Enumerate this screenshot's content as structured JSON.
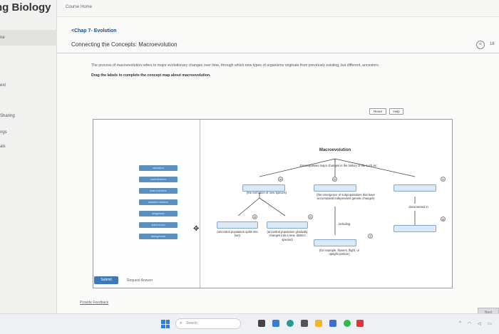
{
  "brand": "ng Biology",
  "topbar": {
    "course_home": "Course Home"
  },
  "sidebar": {
    "items": [
      {
        "label": "ne",
        "active": true
      },
      {
        "label": "ext"
      },
      {
        "label": "Sharing"
      },
      {
        "label": "ngs"
      },
      {
        "label": "als"
      }
    ]
  },
  "header": {
    "breadcrumb": "<Chap 7- Evolution",
    "title": "Connecting the Concepts: Macroevolution",
    "page_number": "16"
  },
  "instructions": {
    "line1": "The process of macroevolution refers to major evolutionary changes over time, through which new types of organisms originate from previously existing, but different, ancestors.",
    "line2": "Drag the labels to complete the concept map about macroevolution."
  },
  "buttons": {
    "reset": "Reset",
    "help": "Help",
    "submit": "Submit",
    "request_answer": "Request Answer",
    "next": "Next"
  },
  "labels_panel": {
    "tiles": [
      "speciation",
      "novel features",
      "mass extinction",
      "adaptive radiation",
      "anagenesis",
      "fossil record",
      "cladogenesis"
    ]
  },
  "concept_map": {
    "root": "Macroevolution",
    "root_link": "Encompasses major changes in the history of life such as:",
    "letters": [
      "a",
      "b",
      "c",
      "d",
      "e",
      "f",
      "g"
    ],
    "node_a_desc": "(the formation of new species)",
    "node_b_desc": "(the emergence of subpopulations that have accumulated independent genetic changes)",
    "node_c_link": "documented in",
    "node_b_link": "including",
    "node_d_desc": "(ancestral population splits into two)",
    "node_e_desc": "(ancestral population gradually changes into a new, distinct species)",
    "node_f_desc": "(for example, flowers, flight, or upright posture)"
  },
  "footer": {
    "feedback": "Provide Feedback"
  },
  "taskbar": {
    "search_placeholder": "Search"
  },
  "colors": {
    "accent": "#3f78b5",
    "tile": "#5b8fbf",
    "drop_fill": "#dce9f6"
  }
}
